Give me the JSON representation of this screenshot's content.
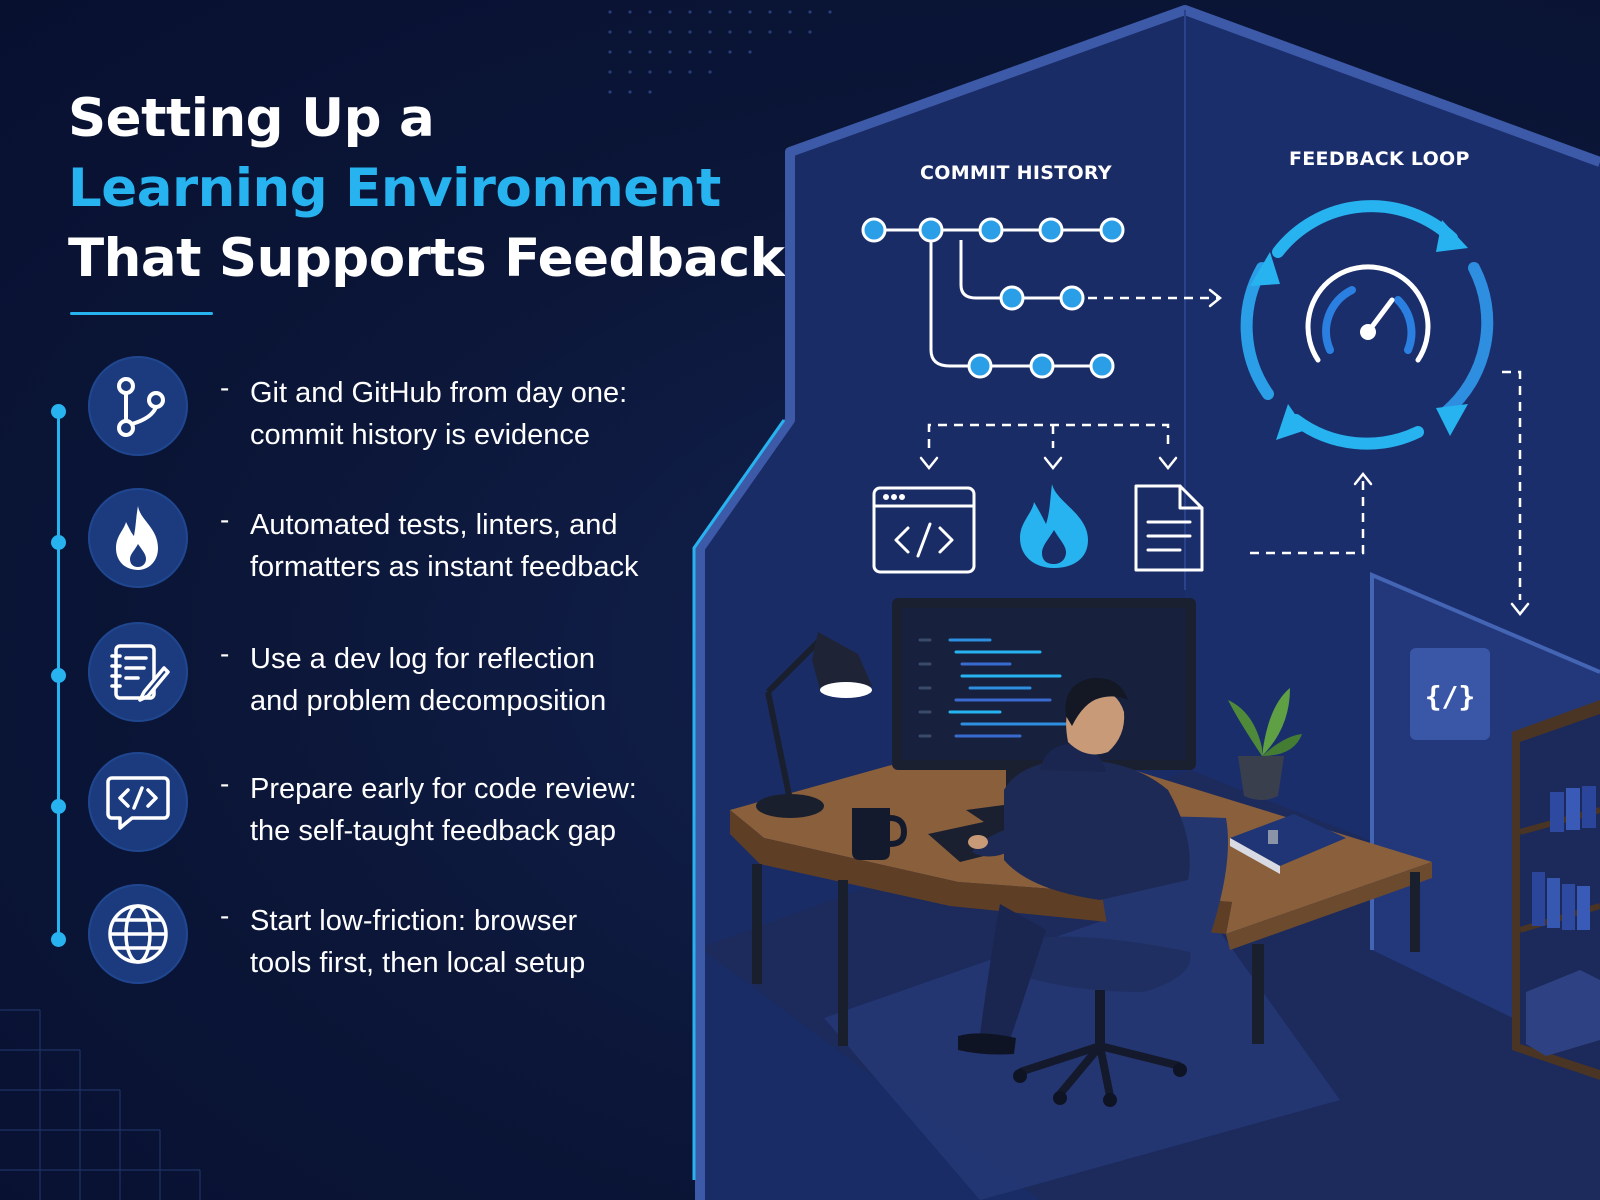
{
  "title": {
    "line1": "Setting Up a",
    "line2": "Learning Environment",
    "line3": "That Supports Feedback"
  },
  "features": [
    {
      "icon": "git-branch-icon",
      "dash": "-",
      "line1": "Git and GitHub from day one:",
      "line2": "commit history is evidence"
    },
    {
      "icon": "flame-icon",
      "dash": "-",
      "line1": "Automated tests, linters, and",
      "line2": "formatters as instant feedback"
    },
    {
      "icon": "notebook-pen-icon",
      "dash": "-",
      "line1": "Use a dev log for reflection",
      "line2": "and problem decomposition"
    },
    {
      "icon": "code-chat-icon",
      "dash": "-",
      "line1": "Prepare early for code review:",
      "line2": "the self-taught feedback gap"
    },
    {
      "icon": "globe-icon",
      "dash": "-",
      "line1": "Start low-friction: browser",
      "line2": "tools first, then local setup"
    }
  ],
  "diagram": {
    "commit_history_label": "COMMIT HISTORY",
    "feedback_loop_label": "FEEDBACK LOOP",
    "badge_text": "{/}",
    "tool_icons": [
      "code-window-icon",
      "flame-icon",
      "document-icon"
    ]
  },
  "colors": {
    "background": "#0b1638",
    "accent": "#27b3ef",
    "icon_circle": "#1c3b7e",
    "node_fill": "#2a9fe8",
    "desk_wood": "#8a5f3c"
  }
}
